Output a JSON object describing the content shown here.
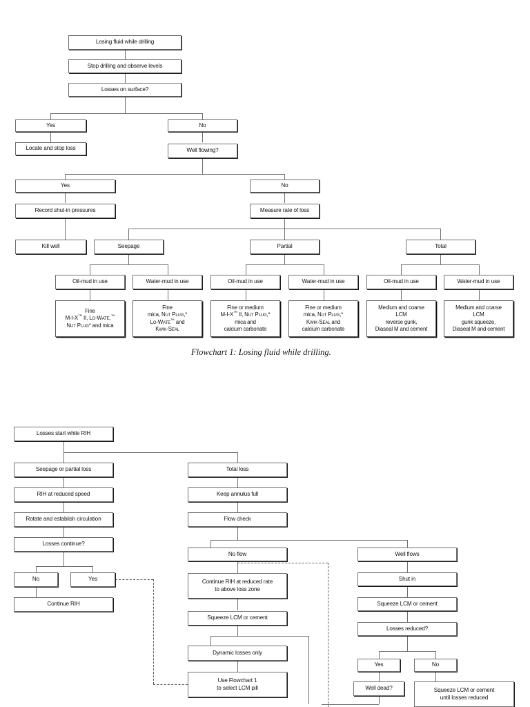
{
  "document": {
    "type": "flowchart-figure-page",
    "background_color": "#ffffff",
    "line_color": "#6f6f6f",
    "text_color": "#111111"
  },
  "flowchart1": {
    "caption": "Flowchart 1: Losing fluid while drilling.",
    "nodes": {
      "start": "Losing fluid while drilling",
      "stop_drilling": "Stop drilling and observe levels",
      "losses_on_surface": "Losses on surface?",
      "surface_yes": "Yes",
      "surface_no": "No",
      "locate_stop_loss": "Locate and stop loss",
      "well_flowing": "Well flowing?",
      "flowing_yes": "Yes",
      "flowing_no": "No",
      "record_shutin": "Record shut-in pressures",
      "measure_rate": "Measure rate of loss",
      "kill_well": "Kill well",
      "seepage": "Seepage",
      "partial": "Partial",
      "total": "Total",
      "oil_mud_1": "Oil-mud in use",
      "water_mud_1": "Water-mud in use",
      "oil_mud_2": "Oil-mud in use",
      "water_mud_2": "Water-mud in use",
      "oil_mud_3": "Oil-mud in use",
      "water_mud_3": "Water-mud in use"
    },
    "lcm_boxes": [
      {
        "id": "seepage-oil",
        "lines": [
          "Fine",
          "M-I-X™ II, Lo-Wate,™",
          "Nut Plug* and mica"
        ]
      },
      {
        "id": "seepage-water",
        "lines": [
          "Fine",
          "mica, Nut Plug,*",
          "Lo-Wate™ and",
          "Kwik-Seal"
        ]
      },
      {
        "id": "partial-oil",
        "lines": [
          "Fine or medium",
          "M-I-X™ II, Nut Plug,*",
          "mica and",
          "calcium carbonate"
        ]
      },
      {
        "id": "partial-water",
        "lines": [
          "Fine or medium",
          "mica, Nut Plug,*",
          "Kwik-Seal and",
          "calcium carbonate"
        ]
      },
      {
        "id": "total-oil",
        "lines": [
          "Medium and coarse",
          "LCM",
          "reverse gunk,",
          "Diaseal M and cement"
        ]
      },
      {
        "id": "total-water",
        "lines": [
          "Medium and coarse",
          "LCM",
          "gunk squeeze,",
          "Diaseal M and cement"
        ]
      }
    ]
  },
  "flowchart2": {
    "nodes": {
      "start": "Losses start while RIH",
      "seepage_partial": "Seepage or partial loss",
      "total_loss": "Total loss",
      "rih_reduced_speed": "RIH at reduced speed",
      "keep_annulus_full": "Keep annulus full",
      "rotate_establish": "Rotate and establish circulation",
      "flow_check": "Flow check",
      "losses_continue": "Losses continue?",
      "no_flow": "No flow",
      "well_flows": "Well flows",
      "lc_no": "No",
      "lc_yes": "Yes",
      "continue_rih": "Continue RIH",
      "continue_rih_reduced": "Continue RIH at reduced rate\nto above loss zone",
      "shut_in": "Shut in",
      "squeeze_lcm_mid": "Squeeze LCM or cement",
      "squeeze_lcm_right": "Squeeze LCM or cement",
      "losses_reduced": "Losses reduced?",
      "dynamic_losses": "Dynamic losses only",
      "lr_yes": "Yes",
      "lr_no": "No",
      "use_flowchart1": "Use Flowchart 1\nto select LCM pill",
      "well_dead": "Well dead?",
      "squeeze_until_reduced": "Squeeze LCM or cement\nuntil losses reduced"
    }
  }
}
